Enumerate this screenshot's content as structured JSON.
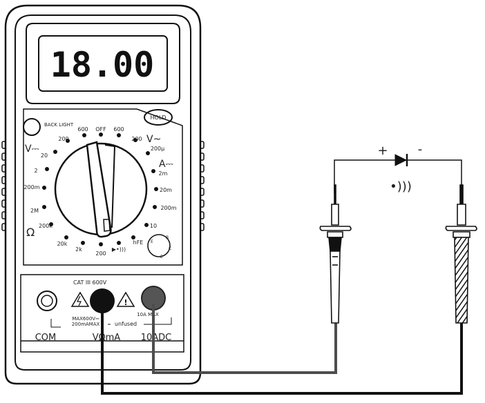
{
  "display": {
    "reading": "18.00"
  },
  "buttons": {
    "backlight": "BACK LIGHT",
    "hold": "HOLD"
  },
  "dial": {
    "off": "OFF",
    "settings": [
      {
        "label": "600"
      },
      {
        "label": "200"
      },
      {
        "label": "20"
      },
      {
        "label": "2"
      },
      {
        "label": "200m"
      },
      {
        "label": "2M"
      },
      {
        "label": "200k"
      },
      {
        "label": "20k"
      },
      {
        "label": "2k"
      },
      {
        "label": "200"
      },
      {
        "label": "600"
      },
      {
        "label": "200"
      },
      {
        "label": "200µ"
      },
      {
        "label": "2m"
      },
      {
        "label": "20m"
      },
      {
        "label": "200m"
      },
      {
        "label": "10"
      },
      {
        "label": "hFE"
      }
    ],
    "diode_symbol": "▶•)))",
    "mode_symbols": {
      "dcv": "V⎓",
      "acv": "V~",
      "dca": "A⎓",
      "ohm": "Ω"
    },
    "transistor_socket": {
      "pins": [
        "E",
        "B",
        "C",
        "E"
      ]
    }
  },
  "jacks": {
    "category": "CAT III 600V",
    "warning_left": [
      "MAX600V⎓",
      "200mAMAX"
    ],
    "warning_right": "10A MAX",
    "unfused": "unfused",
    "labels": {
      "com": "COM",
      "vohm": "VΩmA",
      "tenadc": "10ADC"
    }
  },
  "circuit": {
    "plus": "+",
    "minus": "-",
    "continuity_symbol": "•)))"
  },
  "colors": {
    "black_lead": "#111111",
    "red_lead": "#4d4d4d",
    "body": "#ffffff",
    "stroke": "#111111"
  }
}
